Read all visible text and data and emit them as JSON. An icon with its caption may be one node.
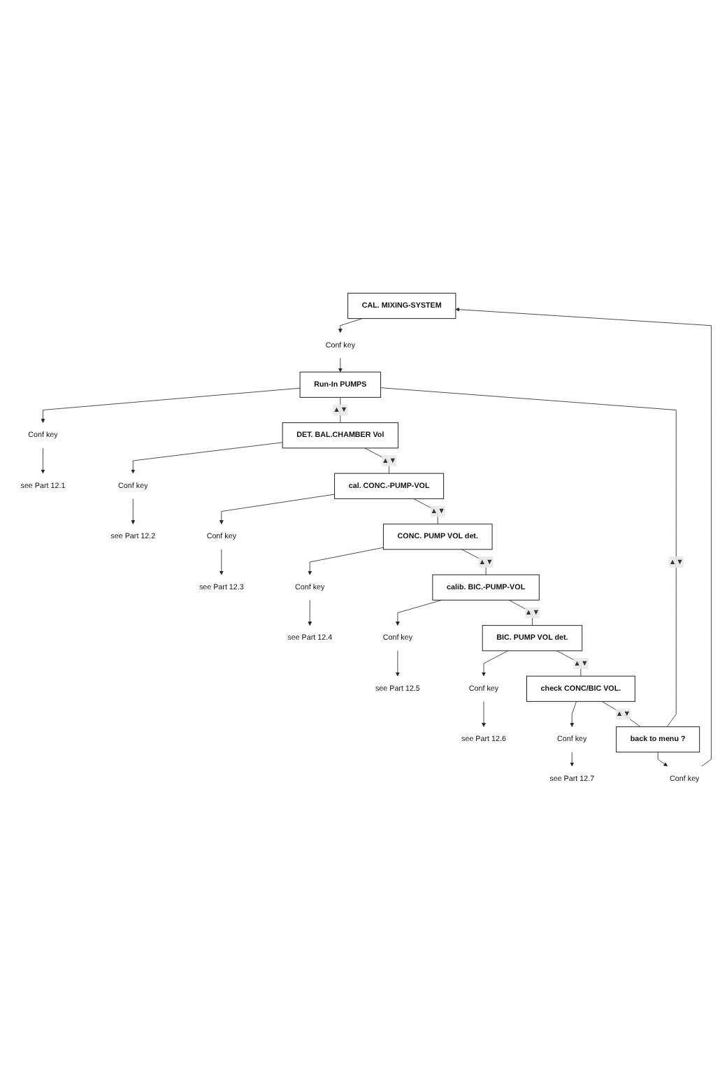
{
  "diagram": {
    "nodes": [
      {
        "text": [
          "CAL. MIXING-SYSTEM"
        ]
      },
      {
        "text": [
          "Conf key"
        ]
      },
      {
        "text": [
          "Run-In PUMPS"
        ]
      },
      {
        "text": [
          "Conf key"
        ]
      },
      {
        "text": [
          "see Part 12.1"
        ]
      },
      {
        "text": [
          "DET. BAL.CHAMBER Vol"
        ]
      },
      {
        "text": [
          "Conf key"
        ]
      },
      {
        "text": [
          "see Part 12.2"
        ]
      },
      {
        "text": [
          "cal. CONC.-PUMP-VOL"
        ]
      },
      {
        "text": [
          "Conf key"
        ]
      },
      {
        "text": [
          "see Part 12.3"
        ]
      },
      {
        "text": [
          "CONC. PUMP VOL det."
        ]
      },
      {
        "text": [
          "Conf key"
        ]
      },
      {
        "text": [
          "see Part 12.4"
        ]
      },
      {
        "text": [
          "calib. BIC.-PUMP-VOL"
        ]
      },
      {
        "text": [
          "Conf key"
        ]
      },
      {
        "text": [
          "see Part 12.5"
        ]
      },
      {
        "text": [
          "BIC. PUMP VOL det."
        ]
      },
      {
        "text": [
          "Conf key"
        ]
      },
      {
        "text": [
          "see Part 12.6"
        ]
      },
      {
        "text": [
          "check CONC/BIC VOL."
        ]
      },
      {
        "text": [
          "Conf key"
        ]
      },
      {
        "text": [
          "see Part 12.7"
        ]
      },
      {
        "text": [
          "back to menu ?"
        ]
      },
      {
        "text": [
          "Conf key"
        ]
      }
    ],
    "edges": [
      {
        "from": 0,
        "to": 1,
        "arrow": "to"
      },
      {
        "from": 1,
        "to": 2,
        "arrow": "to"
      },
      {
        "from": 2,
        "to": 3,
        "arrow": "to"
      },
      {
        "from": 3,
        "to": 4,
        "arrow": "to"
      },
      {
        "from": 2,
        "to": 5,
        "arrow": "none",
        "label": "▲▼"
      },
      {
        "from": 5,
        "to": 6,
        "arrow": "to"
      },
      {
        "from": 6,
        "to": 7,
        "arrow": "to"
      },
      {
        "from": 5,
        "to": 8,
        "arrow": "none",
        "label": "▲▼"
      },
      {
        "from": 8,
        "to": 9,
        "arrow": "to"
      },
      {
        "from": 9,
        "to": 10,
        "arrow": "to"
      },
      {
        "from": 8,
        "to": 11,
        "arrow": "none",
        "label": "▲▼"
      },
      {
        "from": 11,
        "to": 12,
        "arrow": "to"
      },
      {
        "from": 12,
        "to": 13,
        "arrow": "to"
      },
      {
        "from": 11,
        "to": 14,
        "arrow": "none",
        "label": "▲▼"
      },
      {
        "from": 14,
        "to": 15,
        "arrow": "to"
      },
      {
        "from": 15,
        "to": 16,
        "arrow": "to"
      },
      {
        "from": 14,
        "to": 17,
        "arrow": "none",
        "label": "▲▼"
      },
      {
        "from": 17,
        "to": 18,
        "arrow": "to"
      },
      {
        "from": 18,
        "to": 19,
        "arrow": "to"
      },
      {
        "from": 17,
        "to": 20,
        "arrow": "none",
        "label": "▲▼"
      },
      {
        "from": 20,
        "to": 21,
        "arrow": "to"
      },
      {
        "from": 21,
        "to": 22,
        "arrow": "to"
      },
      {
        "from": 20,
        "to": 23,
        "arrow": "none",
        "label": "▲▼"
      },
      {
        "from": 23,
        "to": 24,
        "arrow": "to"
      },
      {
        "from": 24,
        "to": 0,
        "arrow": "to"
      },
      {
        "from": 23,
        "to": 2,
        "arrow": "none",
        "label": "▲▼"
      }
    ]
  }
}
